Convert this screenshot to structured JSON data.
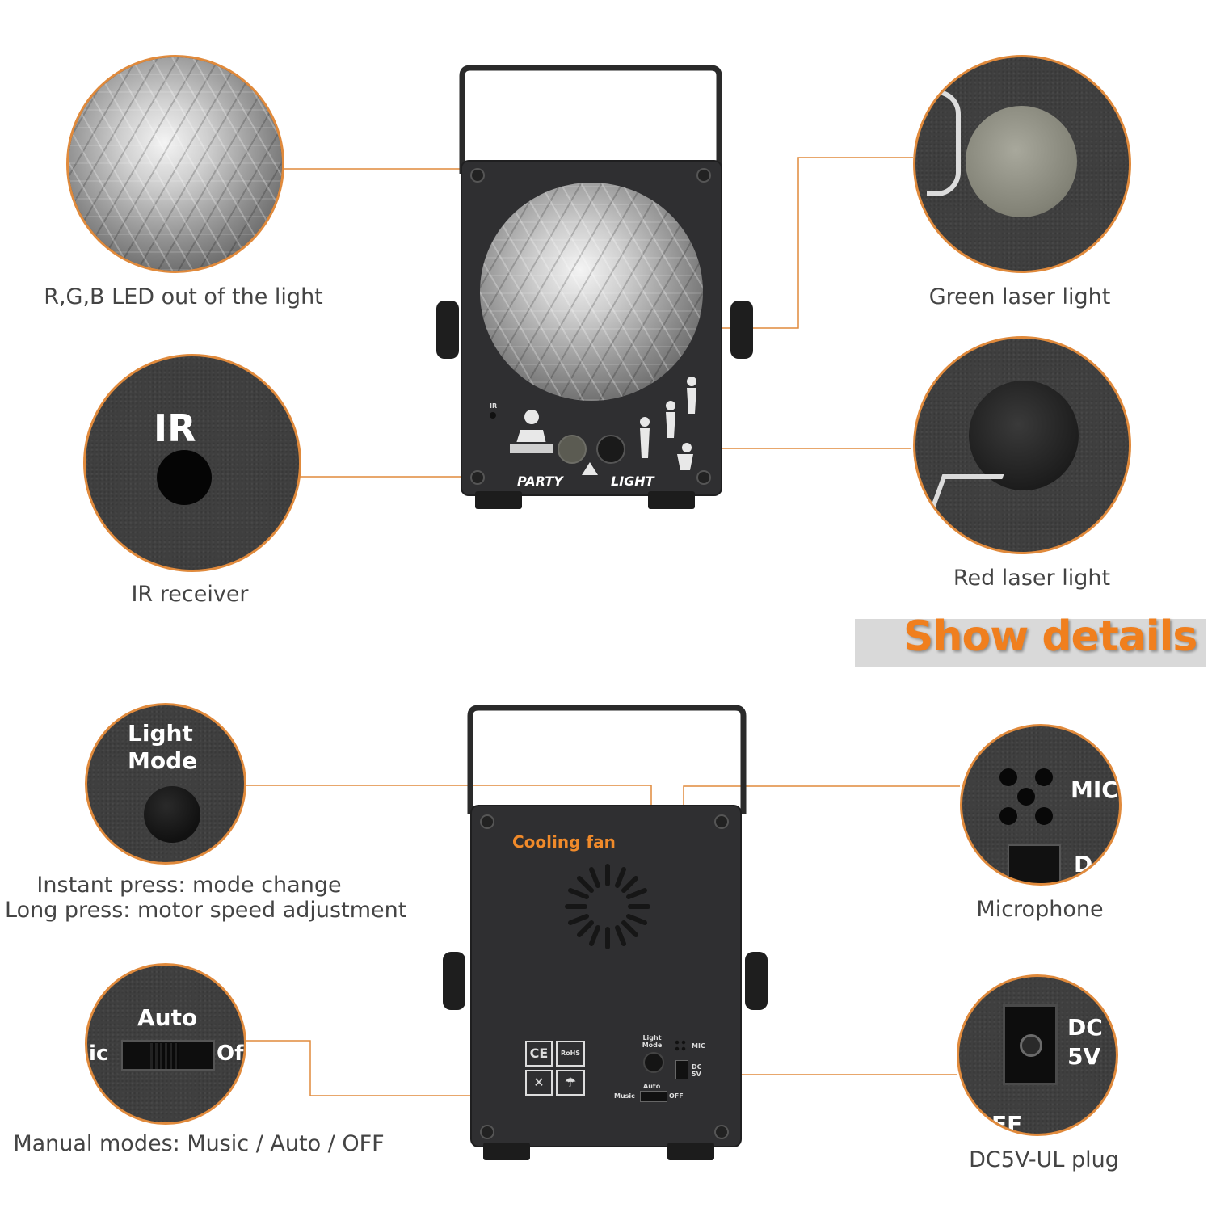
{
  "top_section": {
    "captions": {
      "rgb_led": "R,G,B LED out of the light",
      "ir_receiver": "IR receiver",
      "green_laser": "Green laser light",
      "red_laser": "Red laser light"
    },
    "circle_labels": {
      "ir": "IR"
    },
    "device_labels": {
      "ir": "IR",
      "party": "PARTY",
      "light": "LIGHT"
    }
  },
  "banner": {
    "text": "Show details"
  },
  "bottom_section": {
    "captions": {
      "light_mode_line1": "Instant press: mode change",
      "light_mode_line2": "Long press: motor speed adjustment",
      "manual_modes": "Manual modes: Music / Auto / OFF",
      "microphone": "Microphone",
      "dc_plug": "DC5V-UL plug"
    },
    "circle_labels": {
      "light": "Light",
      "mode": "Mode",
      "auto": "Auto",
      "music_partial": "ic",
      "off_partial": "Of",
      "mic": "MIC",
      "d_partial": "D",
      "dc": "DC",
      "five_v": "5V",
      "ff_partial": "FF"
    },
    "device_labels": {
      "cooling_fan": "Cooling fan",
      "light_mode": "Light Mode",
      "mic": "MIC",
      "dc5v": "DC 5V",
      "auto": "Auto",
      "music": "Music",
      "off": "OFF"
    }
  },
  "colors": {
    "accent": "#f07f1e",
    "leader_line": "#e08a3c",
    "device_body": "#2f2f31"
  }
}
